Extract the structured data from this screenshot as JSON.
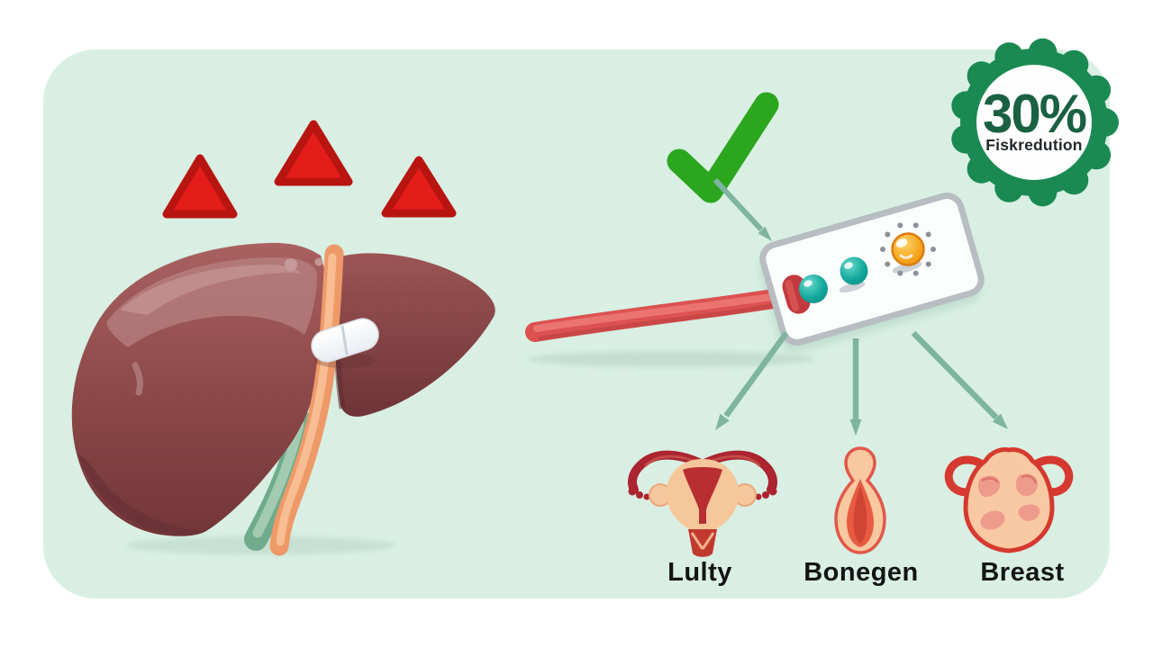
{
  "badge": {
    "percent": "30%",
    "caption": "Fiskredution",
    "shape": "green-scalloped-seal"
  },
  "warnings": {
    "count": 3,
    "icon": "red-triangle-icon"
  },
  "approval": {
    "icon": "green-checkmark-icon"
  },
  "organs": [
    {
      "label": "Lulty",
      "icon": "uterus-icon"
    },
    {
      "label": "Bonegen",
      "icon": "cervix-icon"
    },
    {
      "label": "Breast",
      "icon": "breast-icon"
    }
  ],
  "figures": {
    "liver": "liver-with-pill-illustration",
    "device": "white-device-card-with-indicators",
    "tube": "red-catheter-tube"
  },
  "colors": {
    "page_bg": "#FFFFFF",
    "panel_bg": "#D9EFE4",
    "warning_red": "#E41C1B",
    "warning_red_dark": "#B81511",
    "check_green": "#2BA61E",
    "arrow_green": "#7FB4A1",
    "badge_green": "#1A8A52",
    "badge_text_green": "#1A6043",
    "caption_dark": "#23282B",
    "label_dark": "#141414",
    "liver_main": "#A85F5E",
    "liver_shadow": "#733638",
    "vessel_orange": "#EE9A68",
    "duct_green": "#6FAB8C",
    "tube_red": "#DB5251",
    "device_white": "#FCFDFD",
    "device_border": "#B7BDC1",
    "sphere_teal": "#12A49A",
    "sphere_orange": "#F6A41E",
    "organ_peach": "#F7C79C",
    "organ_red": "#C13A30"
  }
}
